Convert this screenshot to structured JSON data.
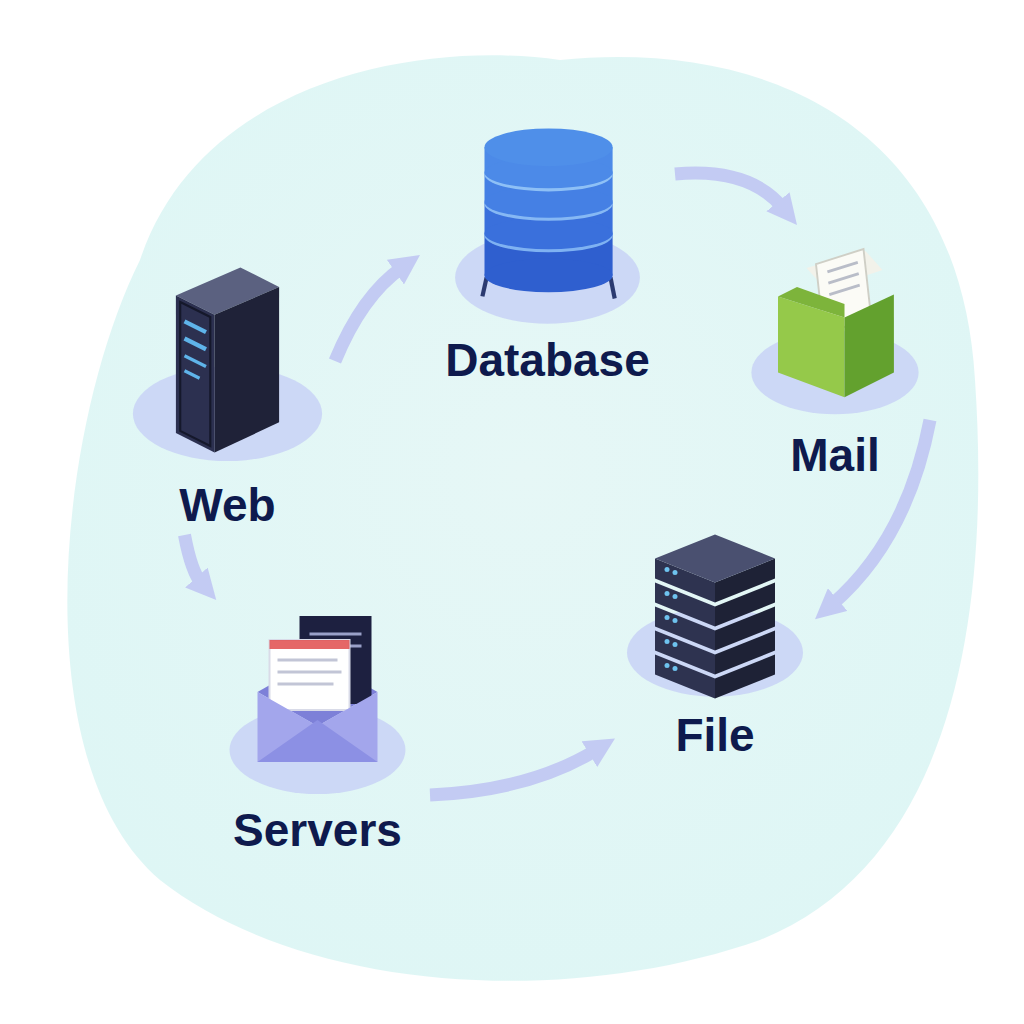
{
  "diagram": {
    "nodes": [
      {
        "text": [
          "Web"
        ]
      },
      {
        "text": [
          "Database"
        ]
      },
      {
        "text": [
          "Mail"
        ]
      },
      {
        "text": [
          "File"
        ]
      },
      {
        "text": [
          "Servers"
        ]
      }
    ],
    "edges": [
      {
        "from": 0,
        "to": 1,
        "arrow": "to"
      },
      {
        "from": 1,
        "to": 2,
        "arrow": "to"
      },
      {
        "from": 2,
        "to": 3,
        "arrow": "to"
      },
      {
        "from": 0,
        "to": 4,
        "arrow": "to"
      },
      {
        "from": 4,
        "to": 3,
        "arrow": "to"
      }
    ]
  }
}
